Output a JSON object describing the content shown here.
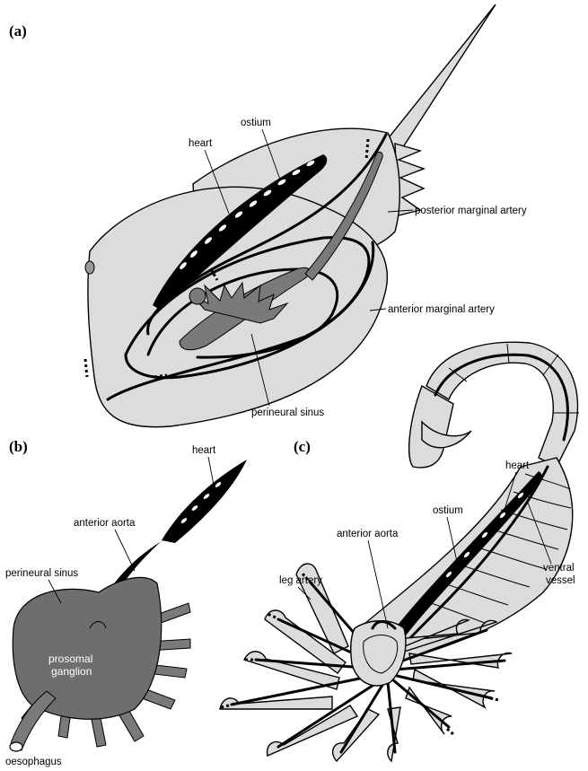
{
  "panels": {
    "a": {
      "label": "(a)",
      "labels": {
        "ostium": "ostium",
        "heart": "heart",
        "posterior_marginal_artery": "posterior marginal artery",
        "anterior_marginal_artery": "anterior marginal artery",
        "perineural_sinus": "perineural sinus"
      }
    },
    "b": {
      "label": "(b)",
      "labels": {
        "heart": "heart",
        "anterior_aorta": "anterior aorta",
        "perineural_sinus": "perineural sinus",
        "prosomal": "prosomal",
        "ganglion": "ganglion",
        "oesophagus": "oesophagus"
      }
    },
    "c": {
      "label": "(c)",
      "labels": {
        "heart": "heart",
        "ostium": "ostium",
        "anterior_aorta": "anterior aorta",
        "leg_artery": "leg artery",
        "ventral": "ventral",
        "vessel": "vessel"
      }
    }
  },
  "colors": {
    "body_fill": "#dcdcdc",
    "sinus_fill": "#7a7a7a",
    "ganglion_fill": "#6e6e6e",
    "line": "#000000"
  }
}
